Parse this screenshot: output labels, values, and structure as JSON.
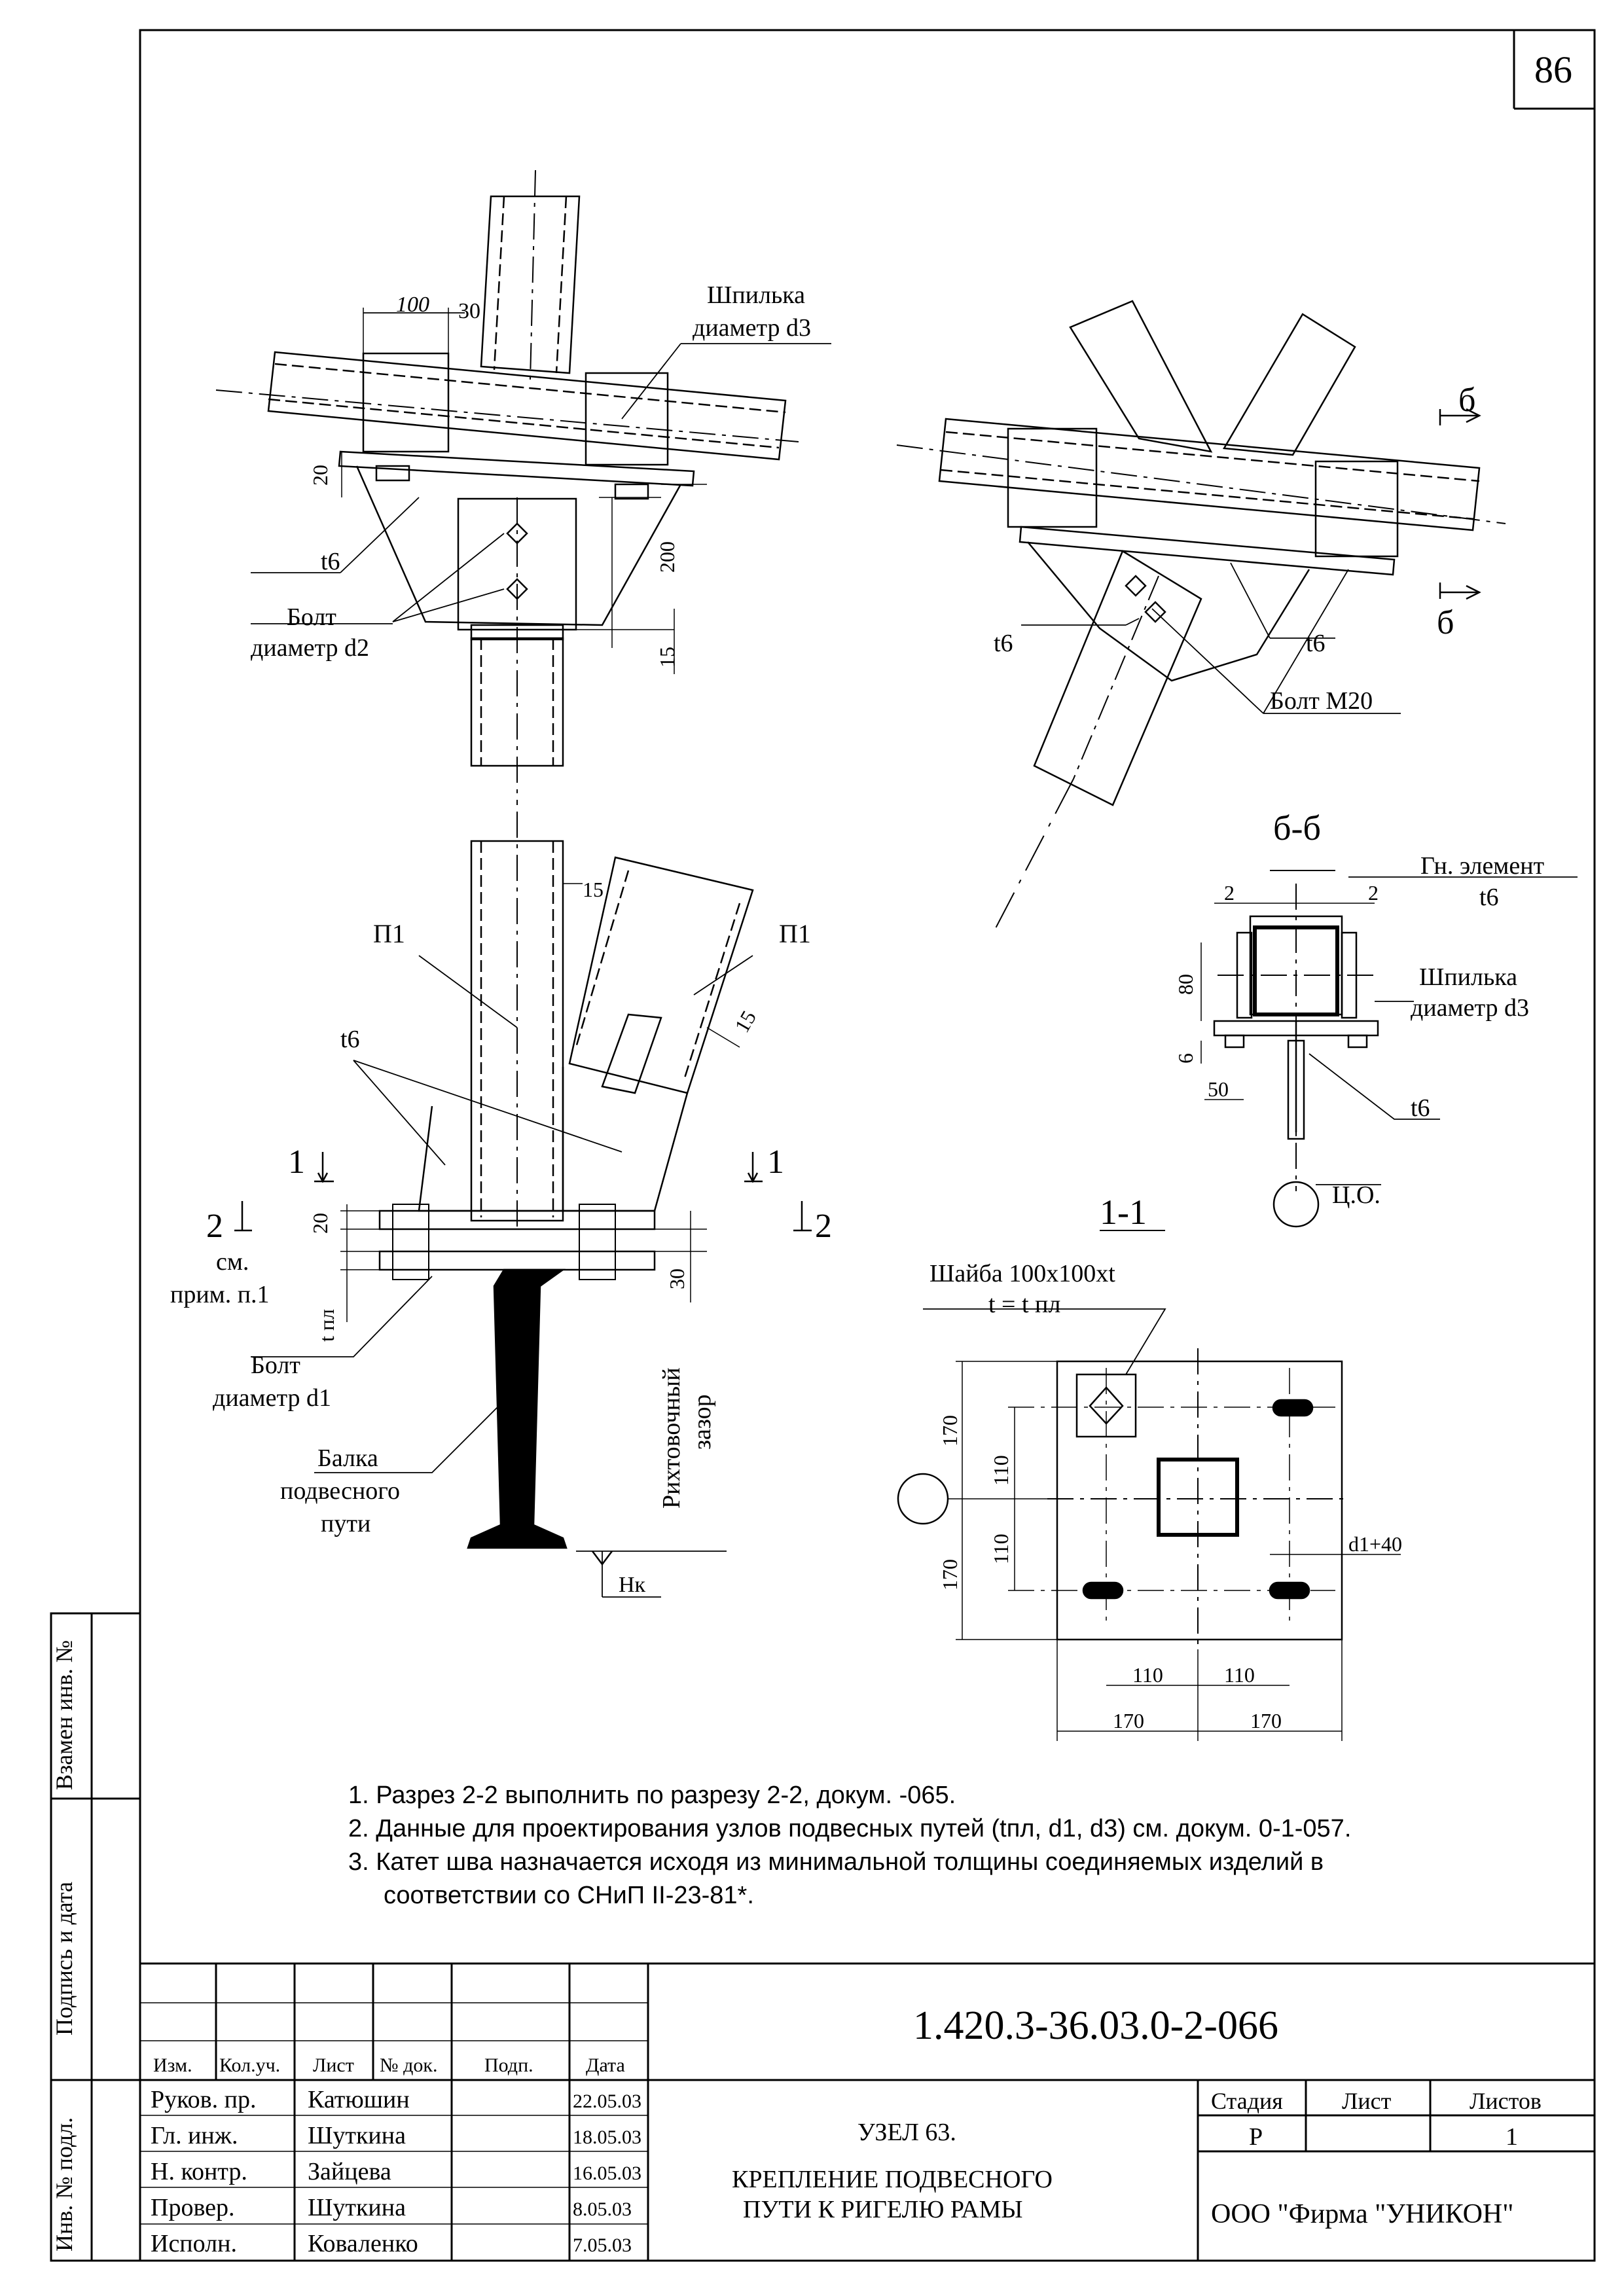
{
  "sheet_number": "86",
  "side_stamps": {
    "replaces_inv": "Взамен инв. №",
    "sign_date": "Подпись и дата",
    "inv_original": "Инв. № подл."
  },
  "top_left": {
    "dim_100": "100",
    "dim_30": "30",
    "stud_label_1": "Шпилька",
    "stud_label_2": "диаметр d3",
    "dim_20": "20",
    "t6": "t6",
    "bolt_label_1": "Болт",
    "bolt_label_2": "диаметр d2",
    "dim_200": "200",
    "dim_15": "15"
  },
  "top_right": {
    "section_mark_top": "б",
    "section_mark_bottom": "б",
    "t6_left": "t6",
    "t6_right": "t6",
    "bolt_label": "Болт М20"
  },
  "section_bb": {
    "title": "б-б",
    "dim_2_left": "2",
    "dim_2_right": "2",
    "element_label_1": "Гн. элемент",
    "element_label_2": "t6",
    "dim_80": "80",
    "dim_6": "6",
    "dim_50": "50",
    "stud_label_1": "Шпилька",
    "stud_label_2": "диаметр d3",
    "t6": "t6",
    "center_label": "Ц.О."
  },
  "elevation": {
    "p1_left": "П1",
    "p1_right": "П1",
    "dim_15_top": "15",
    "dim_15_right": "15",
    "t6": "t6",
    "cut1_left": "1",
    "cut1_right": "1",
    "cut2_left": "2",
    "cut2_right": "2",
    "dim_20": "20",
    "dim_30": "30",
    "see_note_1": "см.",
    "see_note_2": "прим. п.1",
    "t_pl": "t пл",
    "bolt_label_1": "Болт",
    "bolt_label_2": "диаметр d1",
    "shim_gap_1": "Рихтовочный",
    "shim_gap_2": "зазор",
    "beam_label_1": "Балка",
    "beam_label_2": "подвесного",
    "beam_label_3": "пути",
    "level_mark": "Нк"
  },
  "section_11": {
    "title": "1-1",
    "washer_1": "Шайба 100x100xt",
    "washer_2": "t = t пл",
    "dim_170_l1": "170",
    "dim_110_l1": "110",
    "dim_110_l2": "110",
    "dim_170_l2": "170",
    "dim_slot": "d1+40",
    "dim_110_b1": "110",
    "dim_110_b2": "110",
    "dim_170_b1": "170",
    "dim_170_b2": "170"
  },
  "notes": [
    "1. Разрез 2-2 выполнить по разрезу 2-2, докум. -065.",
    "2. Данные для проектирования узлов подвесных путей (tпл, d1, d3) см.  докум. 0-1-057.",
    "3. Катет шва назначается исходя из минимальной толщины соединяемых изделий в",
    "соответствии со  СНиП II-23-81*."
  ],
  "title_block": {
    "doc_code": "1.420.3-36.03.0-2-066",
    "headers": [
      "Изм.",
      "Кол.уч.",
      "Лист",
      "№ док.",
      "Подп.",
      "Дата"
    ],
    "rows": [
      {
        "role": "Руков. пр.",
        "name": "Катюшин",
        "date": "22.05.03"
      },
      {
        "role": "Гл. инж.",
        "name": "Шуткина",
        "date": "18.05.03"
      },
      {
        "role": "Н. контр.",
        "name": "Зайцева",
        "date": "16.05.03"
      },
      {
        "role": "Провер.",
        "name": "Шуткина",
        "date": "8.05.03"
      },
      {
        "role": "Исполн.",
        "name": "Коваленко",
        "date": "7.05.03"
      }
    ],
    "title_1": "УЗЕЛ 63.",
    "title_2": "КРЕПЛЕНИЕ ПОДВЕСНОГО",
    "title_3": "ПУТИ  К РИГЕЛЮ РАМЫ",
    "stage_header": "Стадия",
    "sheet_header": "Лист",
    "sheets_header": "Листов",
    "stage": "Р",
    "sheet": "",
    "sheets": "1",
    "company": "ООО  \"Фирма \"УНИКОН\""
  }
}
